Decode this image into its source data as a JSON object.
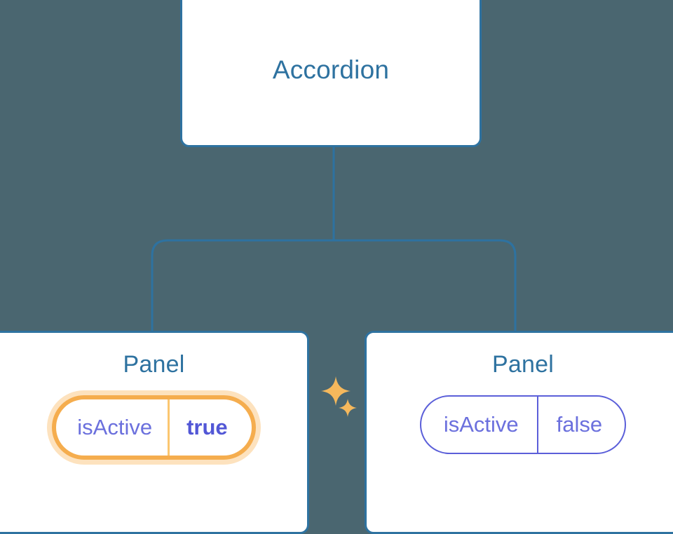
{
  "diagram": {
    "type": "component-tree",
    "background_color": "#4a6670",
    "connector_color": "#2e72a0",
    "nodes": [
      {
        "id": "root",
        "title": "Accordion",
        "title_color": "#2e72a0",
        "border_color": "#2e72a0",
        "background_color": "#ffffff"
      },
      {
        "id": "panel-left",
        "title": "Panel",
        "title_color": "#2e72a0",
        "border_color": "#2e72a0",
        "background_color": "#ffffff",
        "highlighted": "true",
        "prop": {
          "key": "isActive",
          "value": "true",
          "key_color": "#6b70dd",
          "value_color": "#5257d6",
          "border_color": "#f5ad4e",
          "glow_color": "#fabe6e",
          "divider_color": "#fbc670"
        },
        "sparkles": [
          {
            "id": "sparkle-large",
            "name": "sparkle-icon",
            "color": "#f5b85c",
            "size": 44
          },
          {
            "id": "sparkle-small",
            "name": "sparkle-icon",
            "color": "#f5b85c",
            "size": 28
          }
        ]
      },
      {
        "id": "panel-right",
        "title": "Panel",
        "title_color": "#2e72a0",
        "border_color": "#2e72a0",
        "background_color": "#ffffff",
        "highlighted": "false",
        "prop": {
          "key": "isActive",
          "value": "false",
          "key_color": "#6b70dd",
          "value_color": "#6b70dd",
          "border_color": "#5b5fd9",
          "divider_color": "#5b5fd9"
        }
      }
    ],
    "edges": [
      {
        "from": "root",
        "to": "panel-left"
      },
      {
        "from": "root",
        "to": "panel-right"
      }
    ]
  }
}
